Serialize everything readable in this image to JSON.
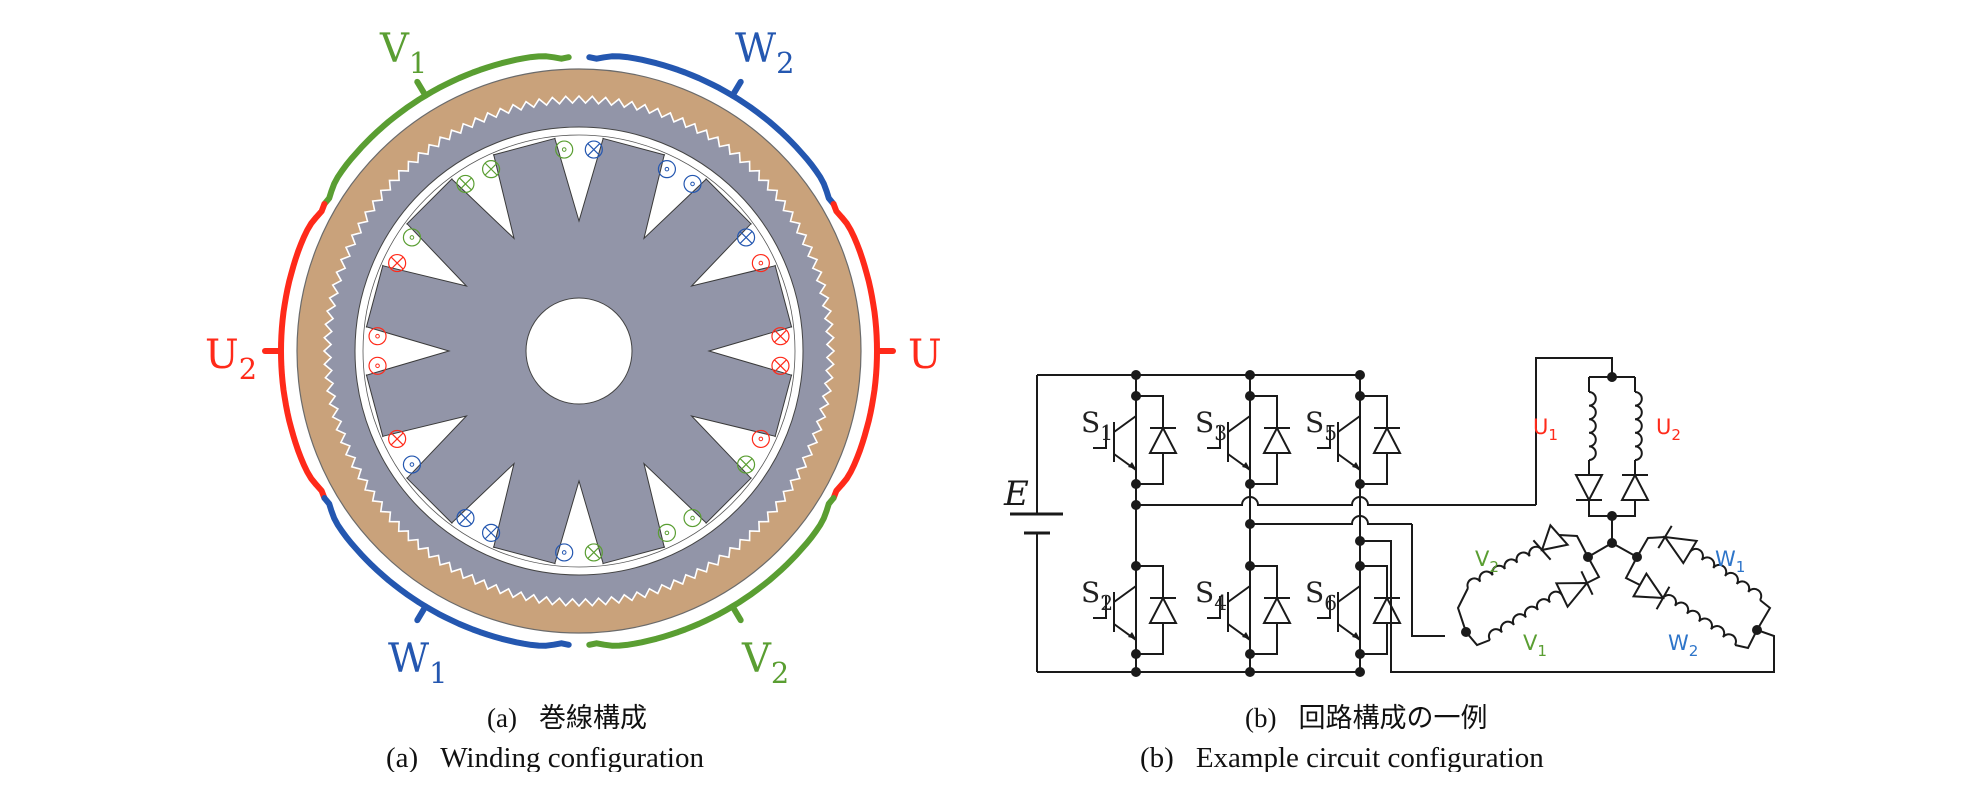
{
  "figure_a": {
    "caption_jp_tag": "(a)",
    "caption_jp": "巻線構成",
    "caption_en_tag": "(a)",
    "caption_en": "Winding configuration",
    "phase_labels": [
      {
        "id": "V1",
        "base": "V",
        "sub": "1",
        "color": "#5a9e32"
      },
      {
        "id": "W2",
        "base": "W",
        "sub": "2",
        "color": "#2457b0"
      },
      {
        "id": "U2",
        "base": "U",
        "sub": "2",
        "color": "#ff2a1a"
      },
      {
        "id": "U1",
        "base": "U",
        "sub": "",
        "color": "#ff2a1a"
      },
      {
        "id": "W1",
        "base": "W",
        "sub": "1",
        "color": "#2457b0"
      },
      {
        "id": "V2",
        "base": "V",
        "sub": "2",
        "color": "#5a9e32"
      }
    ],
    "rotor_spokes": 12,
    "conductor_slots": 24,
    "conductors": [
      {
        "phase": "V",
        "dir": "out"
      },
      {
        "phase": "W",
        "dir": "in"
      },
      {
        "phase": "W",
        "dir": "out"
      },
      {
        "phase": "W",
        "dir": "out"
      },
      {
        "phase": "W",
        "dir": "in"
      },
      {
        "phase": "U",
        "dir": "out"
      },
      {
        "phase": "U",
        "dir": "in"
      },
      {
        "phase": "U",
        "dir": "in"
      },
      {
        "phase": "U",
        "dir": "out"
      },
      {
        "phase": "V",
        "dir": "in"
      },
      {
        "phase": "V",
        "dir": "out"
      },
      {
        "phase": "V",
        "dir": "out"
      },
      {
        "phase": "V",
        "dir": "in"
      },
      {
        "phase": "W",
        "dir": "out"
      },
      {
        "phase": "W",
        "dir": "in"
      },
      {
        "phase": "W",
        "dir": "in"
      },
      {
        "phase": "W",
        "dir": "out"
      },
      {
        "phase": "U",
        "dir": "in"
      },
      {
        "phase": "U",
        "dir": "out"
      },
      {
        "phase": "U",
        "dir": "out"
      },
      {
        "phase": "U",
        "dir": "in"
      },
      {
        "phase": "V",
        "dir": "out"
      },
      {
        "phase": "V",
        "dir": "in"
      },
      {
        "phase": "V",
        "dir": "in"
      }
    ],
    "colors": {
      "outer_ring": "#c9a27b",
      "stator": "#9295a8",
      "rotor": "#9295a8",
      "U": "#ff2a1a",
      "V": "#5a9e32",
      "W": "#2457b0"
    }
  },
  "figure_b": {
    "caption_jp_tag": "(b)",
    "caption_jp": "回路構成の一例",
    "caption_en_tag": "(b)",
    "caption_en": "Example circuit configuration",
    "source_label": "E",
    "switches": [
      {
        "base": "S",
        "sub": "1"
      },
      {
        "base": "S",
        "sub": "3"
      },
      {
        "base": "S",
        "sub": "5"
      },
      {
        "base": "S",
        "sub": "2"
      },
      {
        "base": "S",
        "sub": "4"
      },
      {
        "base": "S",
        "sub": "6"
      }
    ],
    "windings": [
      {
        "base": "U",
        "sub": "1",
        "color": "#ff2a1a"
      },
      {
        "base": "U",
        "sub": "2",
        "color": "#ff2a1a"
      },
      {
        "base": "V",
        "sub": "2",
        "color": "#5a9e32"
      },
      {
        "base": "V",
        "sub": "1",
        "color": "#5a9e32"
      },
      {
        "base": "W",
        "sub": "1",
        "color": "#2e75c9"
      },
      {
        "base": "W",
        "sub": "2",
        "color": "#2e75c9"
      }
    ]
  }
}
